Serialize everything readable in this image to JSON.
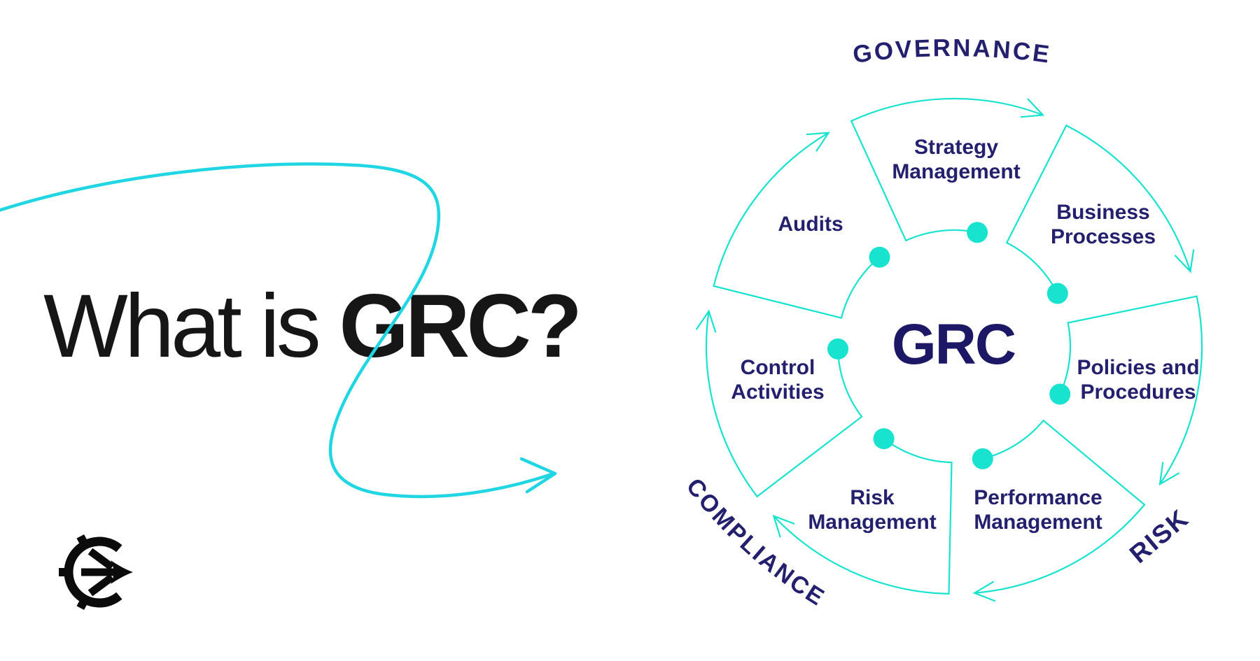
{
  "title": {
    "regular": "What is ",
    "bold": "GRC?"
  },
  "brand": {
    "logo_icon": "c-arrow-logo-icon"
  },
  "decorations": {
    "swoosh_icon": "curved-swoosh-arrow-icon"
  },
  "colors": {
    "teal": "#17E3CE",
    "cyan_swoosh": "#1FD6E2",
    "navy": "#24206E",
    "navy_dark": "#1C1865",
    "title_text": "#161616",
    "background": "#FFFFFF"
  },
  "diagram": {
    "center_label": "GRC",
    "ring_labels": [
      {
        "id": "governance",
        "text": "GOVERNANCE",
        "position": "top"
      },
      {
        "id": "risk",
        "text": "RISK",
        "position": "bottom-right"
      },
      {
        "id": "compliance",
        "text": "COMPLIANCE",
        "position": "bottom-left"
      }
    ],
    "segments": [
      {
        "label": "Strategy Management",
        "lines": [
          "Strategy",
          "Management"
        ]
      },
      {
        "label": "Business Processes",
        "lines": [
          "Business",
          "Processes"
        ]
      },
      {
        "label": "Policies and Procedures",
        "lines": [
          "Policies and",
          "Procedures"
        ]
      },
      {
        "label": "Performance Management",
        "lines": [
          "Performance",
          "Management"
        ]
      },
      {
        "label": "Risk Management",
        "lines": [
          "Risk",
          "Management"
        ]
      },
      {
        "label": "Control Activities",
        "lines": [
          "Control",
          "Activities"
        ]
      },
      {
        "label": "Audits",
        "lines": [
          "Audits"
        ]
      }
    ]
  }
}
